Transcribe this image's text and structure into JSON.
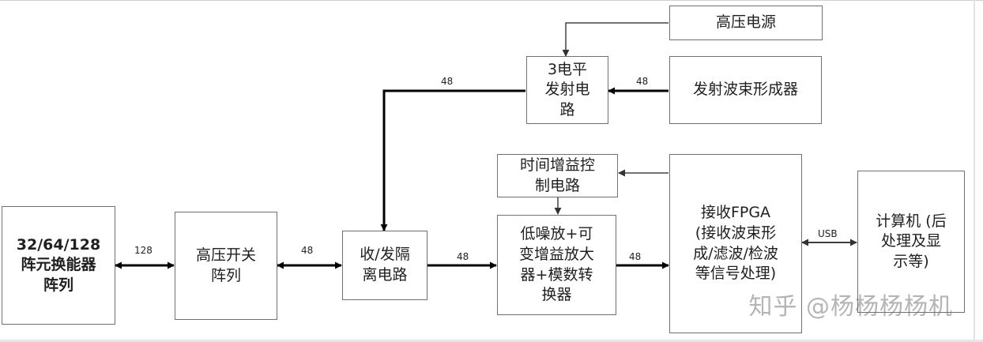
{
  "blocks": {
    "transducer": "32/64/128\n阵元换能器\n阵列",
    "hv_switch": "高压开关\n阵列",
    "tr_isolation": "收/发隔\n离电路",
    "lna_adc": "低噪放+可\n变增益放大\n器+模数转\n换器",
    "tgc": "时间增益控\n制电路",
    "hv_supply": "高压电源",
    "tx_3level": "3电平\n发射电\n路",
    "tx_beamformer": "发射波束形成器",
    "rx_fpga": "接收FPGA\n(接收波束形\n成/滤波/检波\n等信号处理)",
    "computer": "计算机 (后\n处理及显\n示等)"
  },
  "links": {
    "transducer_switch": "128",
    "switch_isolation": "48",
    "isolation_lna": "48",
    "lna_fpga": "48",
    "fpga_computer": "USB",
    "tx_to_isolation": "48",
    "beamformer_to_tx": "48"
  },
  "watermark": "知乎 @杨杨杨杨机",
  "colors": {
    "line": "#000000",
    "thin_line": "#555555",
    "box_border": "#707070"
  }
}
